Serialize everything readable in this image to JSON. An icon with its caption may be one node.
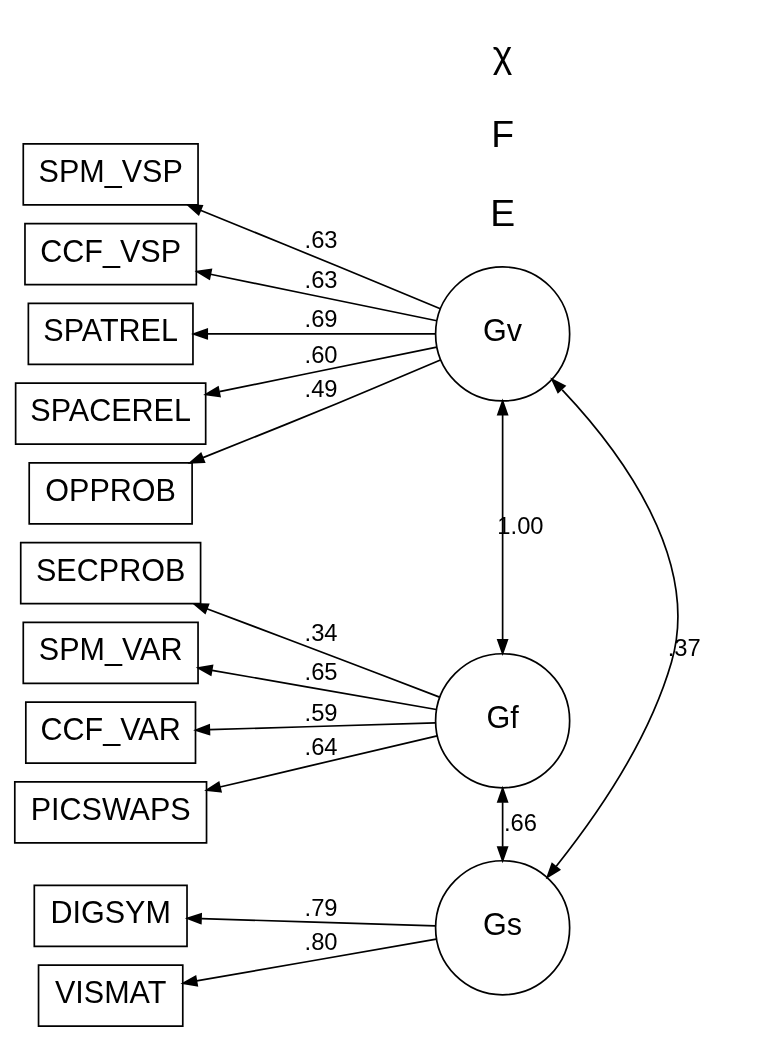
{
  "diagram": {
    "nodes": [
      {
        "text": [
          "SPM_VSP"
        ]
      },
      {
        "text": [
          "CCF_VSP"
        ]
      },
      {
        "text": [
          "SPATREL"
        ]
      },
      {
        "text": [
          "SPACEREL"
        ]
      },
      {
        "text": [
          "OPPROB"
        ]
      },
      {
        "text": [
          "Gv"
        ]
      },
      {
        "text": [
          "SECPROB"
        ]
      },
      {
        "text": [
          "SPM_VAR"
        ]
      },
      {
        "text": [
          "CCF_VAR"
        ]
      },
      {
        "text": [
          "PICSWAPS"
        ]
      },
      {
        "text": [
          "Gf"
        ]
      },
      {
        "text": [
          "DIGSYM"
        ]
      },
      {
        "text": [
          "Gs"
        ]
      },
      {
        "text": [
          "VISMAT"
        ]
      }
    ],
    "edges": [
      {
        "from": 5,
        "to": 0,
        "arrow": "to",
        "label": ".63"
      },
      {
        "from": 5,
        "to": 1,
        "arrow": "to",
        "label": ".63"
      },
      {
        "from": 5,
        "to": 2,
        "arrow": "to",
        "label": ".69"
      },
      {
        "from": 5,
        "to": 3,
        "arrow": "to",
        "label": ".60"
      },
      {
        "from": 5,
        "to": 4,
        "arrow": "to",
        "label": ".49"
      },
      {
        "from": 10,
        "to": 6,
        "arrow": "to",
        "label": ".34"
      },
      {
        "from": 10,
        "to": 7,
        "arrow": "to",
        "label": ".65"
      },
      {
        "from": 10,
        "to": 8,
        "arrow": "to",
        "label": ".59"
      },
      {
        "from": 10,
        "to": 9,
        "arrow": "to",
        "label": ".64"
      },
      {
        "from": 12,
        "to": 11,
        "arrow": "to",
        "label": ".79"
      },
      {
        "from": 12,
        "to": 13,
        "arrow": "to",
        "label": ".80"
      },
      {
        "from": 5,
        "to": 10,
        "arrow": "both",
        "label": "1.00"
      },
      {
        "from": 5,
        "to": 12,
        "arrow": "both",
        "label": ".37"
      },
      {
        "from": 10,
        "to": 12,
        "arrow": "both",
        "label": ".66"
      }
    ],
    "labels": [
      "E",
      "F",
      "χ"
    ]
  }
}
